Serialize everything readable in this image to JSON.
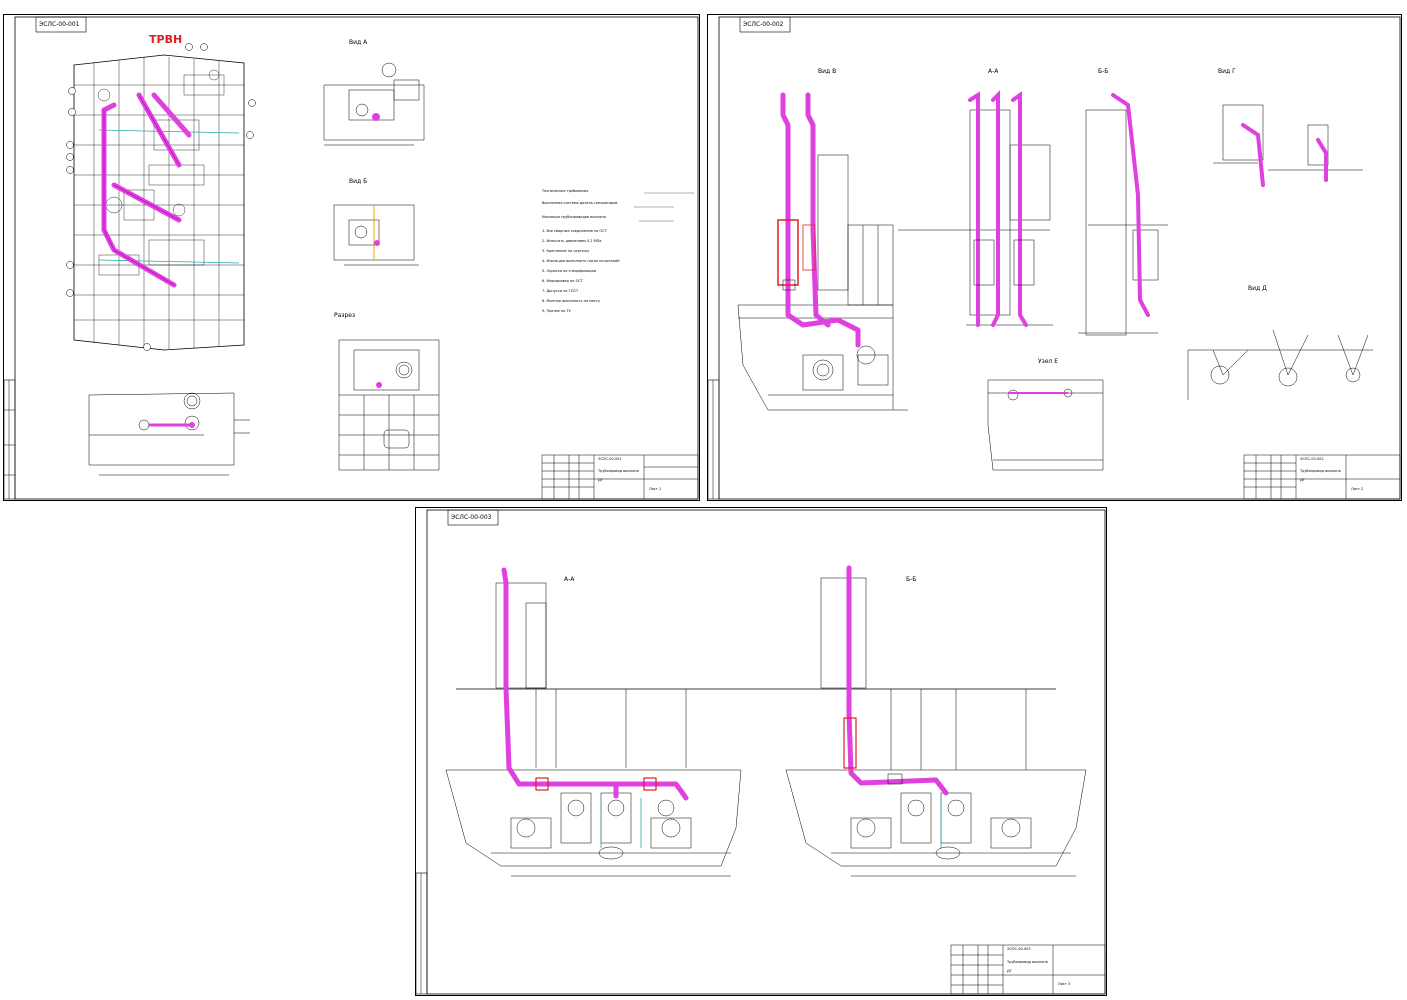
{
  "colors": {
    "pipe": "#e040e0",
    "pipe_dark": "#b000b0",
    "highlight": "#e02020",
    "line": "#000000",
    "background": "#ffffff"
  },
  "sheet1": {
    "corner_code": "ЭСЛС-00-001",
    "red_label": "ТРВН",
    "note_lines": [
      "Технические требования",
      "Выхлопная система дизель-генераторов",
      "Изоляция трубопроводов выхлопа",
      "1. Все сварные соединения по ОСТ",
      "2. Испытать давлением 0,2 МПа",
      "3. Крепление по чертежу",
      "4. Изоляцию выполнить после испытаний",
      "5. Окраска по спецификации",
      "6. Маркировка по ОСТ",
      "7. Допуски по ГОСТ",
      "8. Монтаж выполнить по месту",
      "9. Прочее по ТУ"
    ],
    "title_block": [
      "ЭСЛС-00-001",
      "Трубопровод выхлопа",
      "ДГ",
      "Лист 1"
    ],
    "section_labels": [
      "Вид А",
      "Вид Б",
      "Разрез"
    ]
  },
  "sheet2": {
    "corner_code": "ЭСЛС-00-002",
    "section_labels": [
      "Вид В",
      "А-А",
      "Б-Б",
      "Вид Г",
      "Вид Д",
      "Узел Е"
    ],
    "title_block": [
      "ЭСЛС-00-002",
      "Трубопровод выхлопа",
      "ДГ",
      "Лист 2"
    ]
  },
  "sheet3": {
    "corner_code": "ЭСЛС-00-003",
    "section_labels": [
      "А-А",
      "Б-Б"
    ],
    "title_block": [
      "ЭСЛС-00-003",
      "Трубопровод выхлопа",
      "ДГ",
      "Лист 3"
    ]
  }
}
